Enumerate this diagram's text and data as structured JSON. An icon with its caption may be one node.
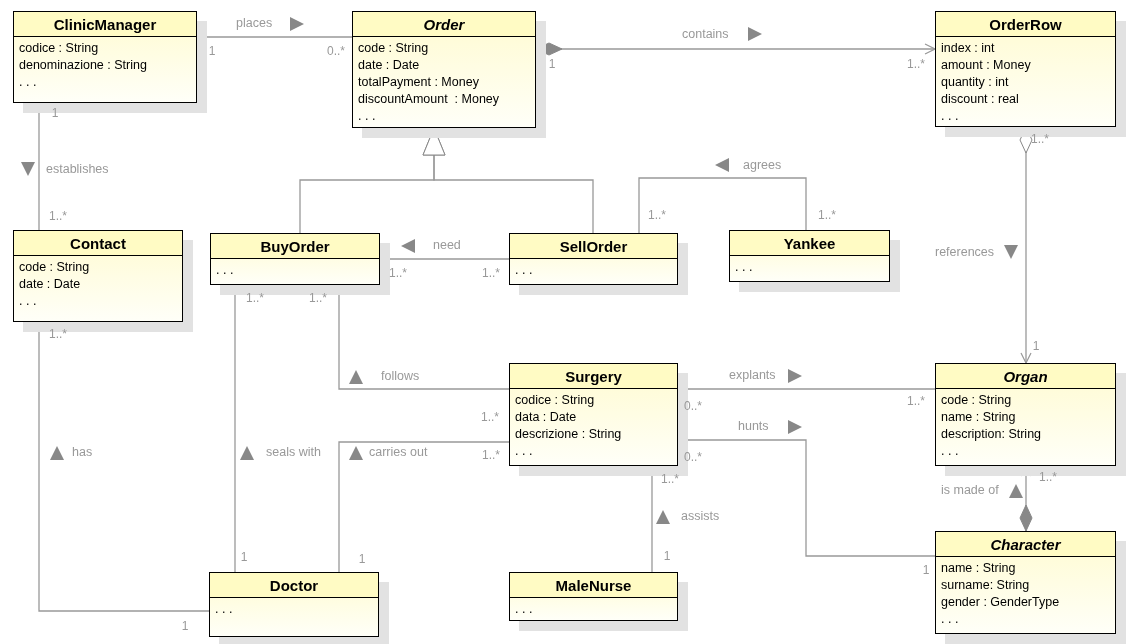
{
  "diagram": {
    "nodes": [
      {
        "text": [
          "ClinicManager",
          "codice : String",
          "denominazione : String",
          ". . ."
        ]
      },
      {
        "text": [
          "Order",
          "code : String",
          "date : Date",
          "totalPayment : Money",
          "discountAmount  : Money",
          ". . ."
        ]
      },
      {
        "text": [
          "OrderRow",
          "index : int",
          "amount : Money",
          "quantity : int",
          "discount : real",
          ". . ."
        ]
      },
      {
        "text": [
          "Contact",
          "code : String",
          "date : Date",
          ". . ."
        ]
      },
      {
        "text": [
          "BuyOrder",
          ". . ."
        ]
      },
      {
        "text": [
          "SellOrder",
          ". . ."
        ]
      },
      {
        "text": [
          "Yankee",
          ". . ."
        ]
      },
      {
        "text": [
          "Surgery",
          "codice : String",
          "data : Date",
          "descrizione : String",
          ". . ."
        ]
      },
      {
        "text": [
          "Organ",
          "code : String",
          "name : String",
          "description: String",
          ". . ."
        ]
      },
      {
        "text": [
          "Doctor",
          ". . ."
        ]
      },
      {
        "text": [
          "MaleNurse",
          ". . ."
        ]
      },
      {
        "text": [
          "Character",
          "name : String",
          "surname: String",
          "gender : GenderType",
          ". . ."
        ]
      }
    ],
    "edges": [
      {
        "from": 0,
        "to": 1,
        "arrow": "none",
        "label": "places"
      },
      {
        "from": 1,
        "to": 2,
        "arrow": "to",
        "label": "contains"
      },
      {
        "from": 4,
        "to": 1,
        "arrow": "to"
      },
      {
        "from": 5,
        "to": 1,
        "arrow": "to"
      },
      {
        "from": 5,
        "to": 4,
        "arrow": "none",
        "label": "need"
      },
      {
        "from": 6,
        "to": 5,
        "arrow": "none",
        "label": "agrees"
      },
      {
        "from": 2,
        "to": 8,
        "arrow": "to",
        "label": "references"
      },
      {
        "from": 0,
        "to": 3,
        "arrow": "none",
        "label": "establishes"
      },
      {
        "from": 3,
        "to": 9,
        "arrow": "none",
        "label": "has"
      },
      {
        "from": 4,
        "to": 9,
        "arrow": "none",
        "label": "seals with"
      },
      {
        "from": 4,
        "to": 7,
        "arrow": "none",
        "label": "follows"
      },
      {
        "from": 9,
        "to": 7,
        "arrow": "none",
        "label": "carries out"
      },
      {
        "from": 7,
        "to": 8,
        "arrow": "none",
        "label": "explants"
      },
      {
        "from": 7,
        "to": 11,
        "arrow": "none",
        "label": "hunts"
      },
      {
        "from": 7,
        "to": 10,
        "arrow": "none",
        "label": "assists"
      },
      {
        "from": 11,
        "to": 8,
        "arrow": "to",
        "label": "is made of"
      }
    ],
    "labels": [
      "1",
      "0..*",
      "1",
      "1..*",
      "1",
      "1..*",
      "1..*",
      "1..*",
      "1..*",
      "1..*",
      "1..*",
      "1..*",
      "1..*",
      "1..*",
      "1",
      "1..*",
      "0..*",
      "1..*",
      "1..*",
      "0..*",
      "1..*",
      "1..*",
      "1",
      "1",
      "1",
      "1",
      "1"
    ]
  }
}
